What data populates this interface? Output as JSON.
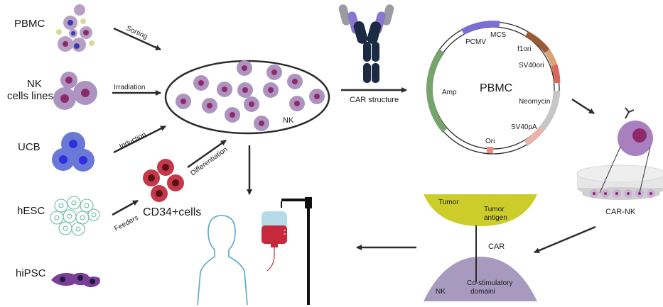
{
  "sources": {
    "pbmc": "PBMC",
    "nk_line1": "NK",
    "nk_line2": "cells lines",
    "ucb": "UCB",
    "hesc": "hESC",
    "hipsc": "hiPSC",
    "cd34": "CD34+cells"
  },
  "arrows": {
    "sorting": "Sorting",
    "irradiation": "Irradiation",
    "induction": "Induction",
    "feeders": "Feeders",
    "differentiation": "Differentiation",
    "car_structure": "CAR structure"
  },
  "pool": {
    "label": "NK"
  },
  "plasmid": {
    "title": "PBMC",
    "features": {
      "pcmv": "PCMV",
      "mcs": "MCS",
      "f1ori": "f1ori",
      "sv40ori": "SV40ori",
      "neomycin": "Neomycin",
      "sv40pa": "SV40pA",
      "ori": "Ori",
      "amp": "Amp"
    }
  },
  "product": {
    "label": "CAR-NK"
  },
  "synapse": {
    "tumor": "Tumor",
    "tumor_antigen_1": "Tumor",
    "tumor_antigen_2": "antigen",
    "car": "CAR",
    "nk": "NK",
    "costim_1": "Co-stimulatory",
    "costim_2": "domaini"
  },
  "colors": {
    "cell_purple": "#a98bb8",
    "cell_nucleus": "#8e2a6a",
    "ucb_blue": "#6a78d8",
    "cd34_red": "#c23a4a",
    "tumor_yellow": "#cccc2a",
    "nk_lavender": "#a89abf",
    "amp_green": "#77a36d",
    "antibody_dark": "#1c2a44",
    "antibody_purple": "#8a76cf",
    "human_outline": "#5aa6c9"
  }
}
